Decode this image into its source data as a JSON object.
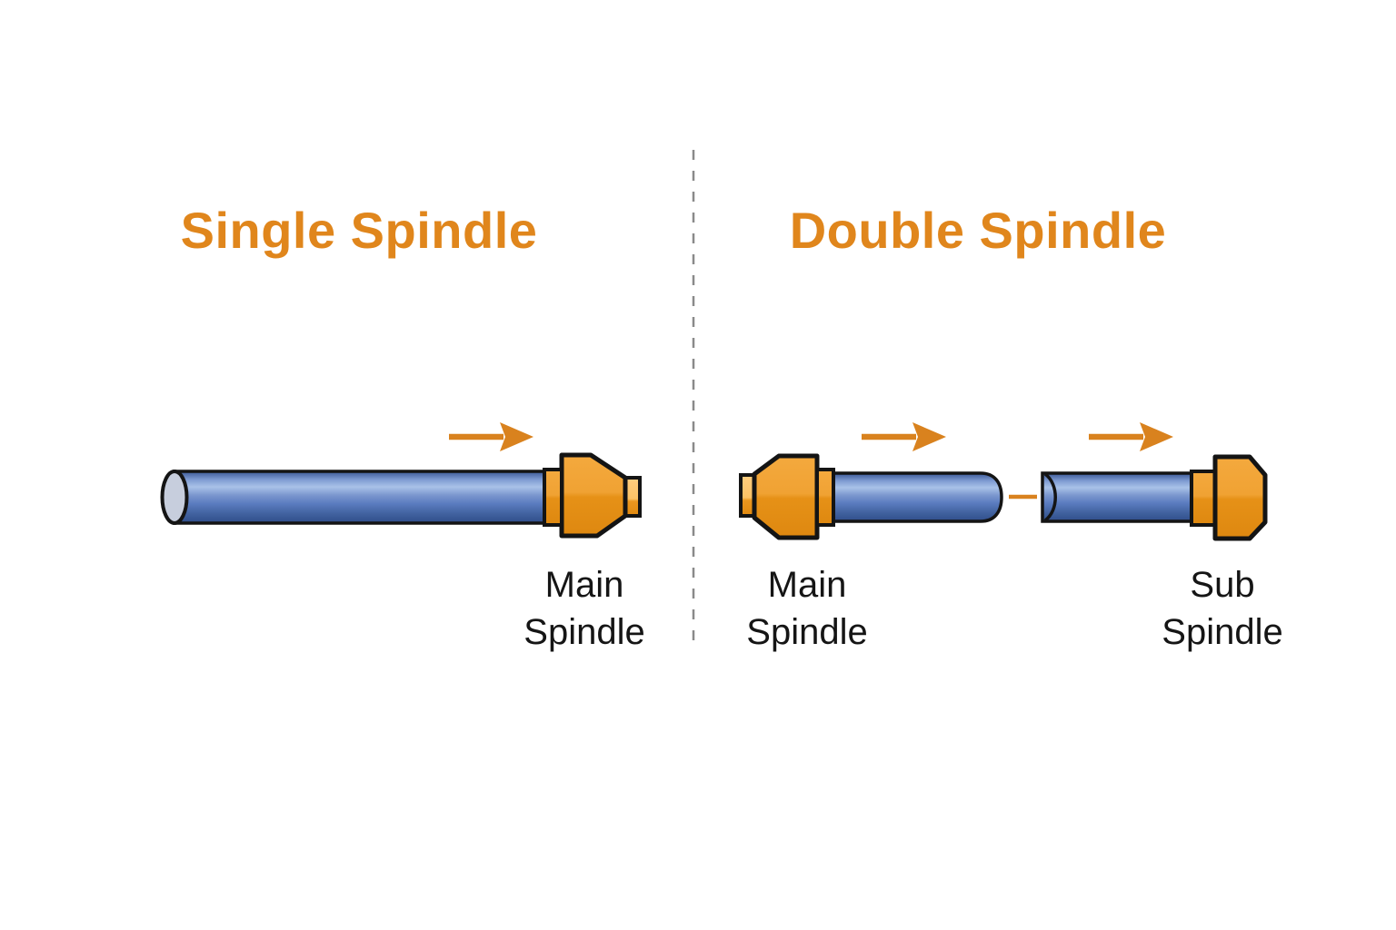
{
  "page": {
    "background": "#FFFFFF",
    "description_texts": []
  },
  "colors": {
    "page_bg": "#FFFFFF",
    "title_orange": "#E0861C",
    "arrow_orange": "#D9821E",
    "chuck_light": "#F4A93E",
    "chuck_dark": "#DE8810",
    "nub_highlight": "#FFCE80",
    "rod_top": "#3A5795",
    "rod_highlight": "#A9C2E8",
    "rod_mid": "#5B7CC0",
    "rod_bottom": "#2F4D8A",
    "endcap_gray": "#C7CEDD",
    "outline_black": "#141414",
    "divider_gray": "#8A8A8A",
    "label_color": "#151515"
  },
  "left_panel": {
    "title": "Single Spindle",
    "main_label": {
      "line1": "Main",
      "line2": "Spindle"
    }
  },
  "right_panel": {
    "title": "Double Spindle",
    "main_label": {
      "line1": "Main",
      "line2": "Spindle"
    },
    "sub_label": {
      "line1": "Sub",
      "line2": "Spindle"
    }
  },
  "icons": {
    "arrow_right": "arrow-right-icon",
    "divider": "dashed-vertical-divider"
  }
}
